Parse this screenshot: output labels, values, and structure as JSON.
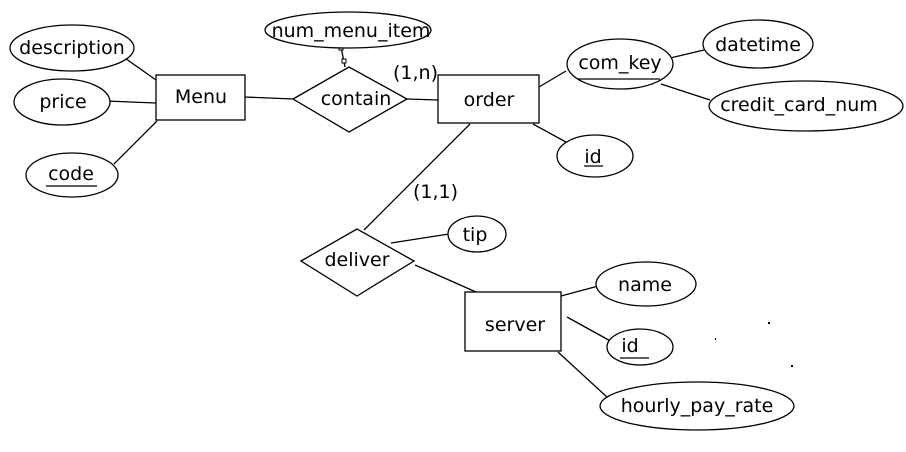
{
  "entities": {
    "menu": "Menu",
    "order": "order",
    "server": "server"
  },
  "relationships": {
    "contain": "contain",
    "deliver": "deliver"
  },
  "attributes": {
    "description": "description",
    "price": "price",
    "code": "code",
    "num_menu_item": "num_menu_item",
    "com_key": "com_key",
    "datetime": "datetime",
    "credit_card_num": "credit_card_num",
    "order_id": "id",
    "tip": "tip",
    "name": "name",
    "server_id": "id",
    "hourly_pay_rate": "hourly_pay_rate"
  },
  "cardinalities": {
    "contain_order": "(1,n)",
    "deliver_order": "(1,1)"
  }
}
